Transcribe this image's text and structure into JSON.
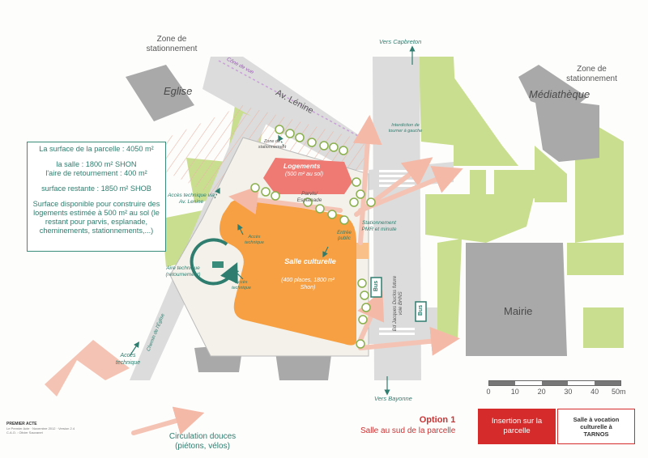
{
  "labels": {
    "zone_stationnement_left": "Zone de stationnement",
    "zone_stationnement_right": "Zone de stationnement",
    "eglise": "Eglise",
    "mediatheque": "Médiathèque",
    "mairie": "Mairie",
    "av_lenine": "Av. Lénine",
    "cone_de_vue": "Cône de vue",
    "vers_capbreton": "Vers Capbreton",
    "vers_bayonne": "Vers Bayonne",
    "interdiction": "Interdiction de tourner à gauche",
    "zone_stationnement_small": "Zone de stationnement",
    "logements_title": "Logements",
    "logements_sub": "(500 m² au sol)",
    "parvis": "Parvis/ Esplanade",
    "acces_technique_lenine": "Accès technique via Av. Lenine",
    "stationnement_pmr": "Stationnement PMR et minute",
    "entree_public": "Entrée public",
    "acces_technique_1": "Accès technique",
    "acces_technique_2": "Accès technique",
    "acces_technique_3": "Accès technique",
    "salle_title": "Salle culturelle",
    "salle_sub": "(400 places, 1800 m² Shon)",
    "aire_technique": "Aire technique (retournement)",
    "chemin_eglise": "Chemin de l'Église",
    "bd_jacques": "Bd Jacques Duclos future voie BHNS",
    "bus": "Bus"
  },
  "info_box": {
    "line1": "La surface de la parcelle : 4050 m²",
    "line2": "la salle : 1800 m² SHON",
    "line3": "l'aire de retournement : 400 m²",
    "line4": "surface restante : 1850 m² SHOB",
    "line5": "Surface disponible pour construire des logements estimée à 500 m² au sol (le restant pour parvis, esplanade, cheminements, stationnements,...)"
  },
  "scale": {
    "ticks": [
      "0",
      "10",
      "20",
      "30",
      "40",
      "50m"
    ]
  },
  "legend": {
    "circulation": "Circulation douces (piétons, vélos)"
  },
  "title_block": {
    "option": "Option 1",
    "subtitle": "Salle au sud de la parcelle",
    "red_box": "Insertion sur la parcelle",
    "white_box": "Salle à vocation culturelle à TARNOS"
  },
  "credits": {
    "logo": "PREMIER ACTE",
    "line1": "Le Premier Acte · Novembre 2012 · Version 2.4",
    "line2": "C.A.O. : Olivier Sauvanet"
  },
  "colors": {
    "green": "#c9de8e",
    "gray_building": "#a9a9a9",
    "road": "#d9d9d9",
    "orange_salle": "#f7a043",
    "red_logements": "#ee7a73",
    "arrow_pink": "#f5c3b3",
    "teal": "#2e7d6e"
  }
}
